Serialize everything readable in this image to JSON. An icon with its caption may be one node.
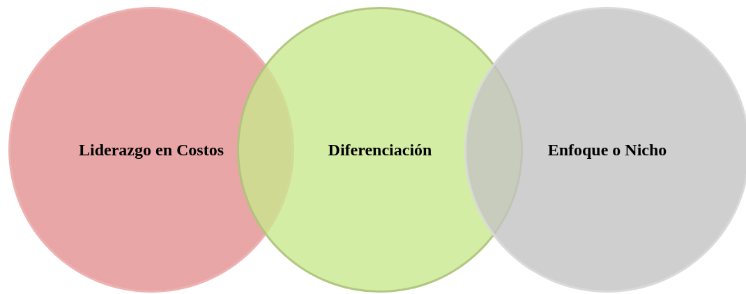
{
  "diagram": {
    "nodes": [
      {
        "text": [
          "Liderazgo en Costos"
        ]
      },
      {
        "text": [
          "Diferenciación"
        ]
      },
      {
        "text": [
          "Enfoque o Nicho"
        ]
      }
    ]
  }
}
